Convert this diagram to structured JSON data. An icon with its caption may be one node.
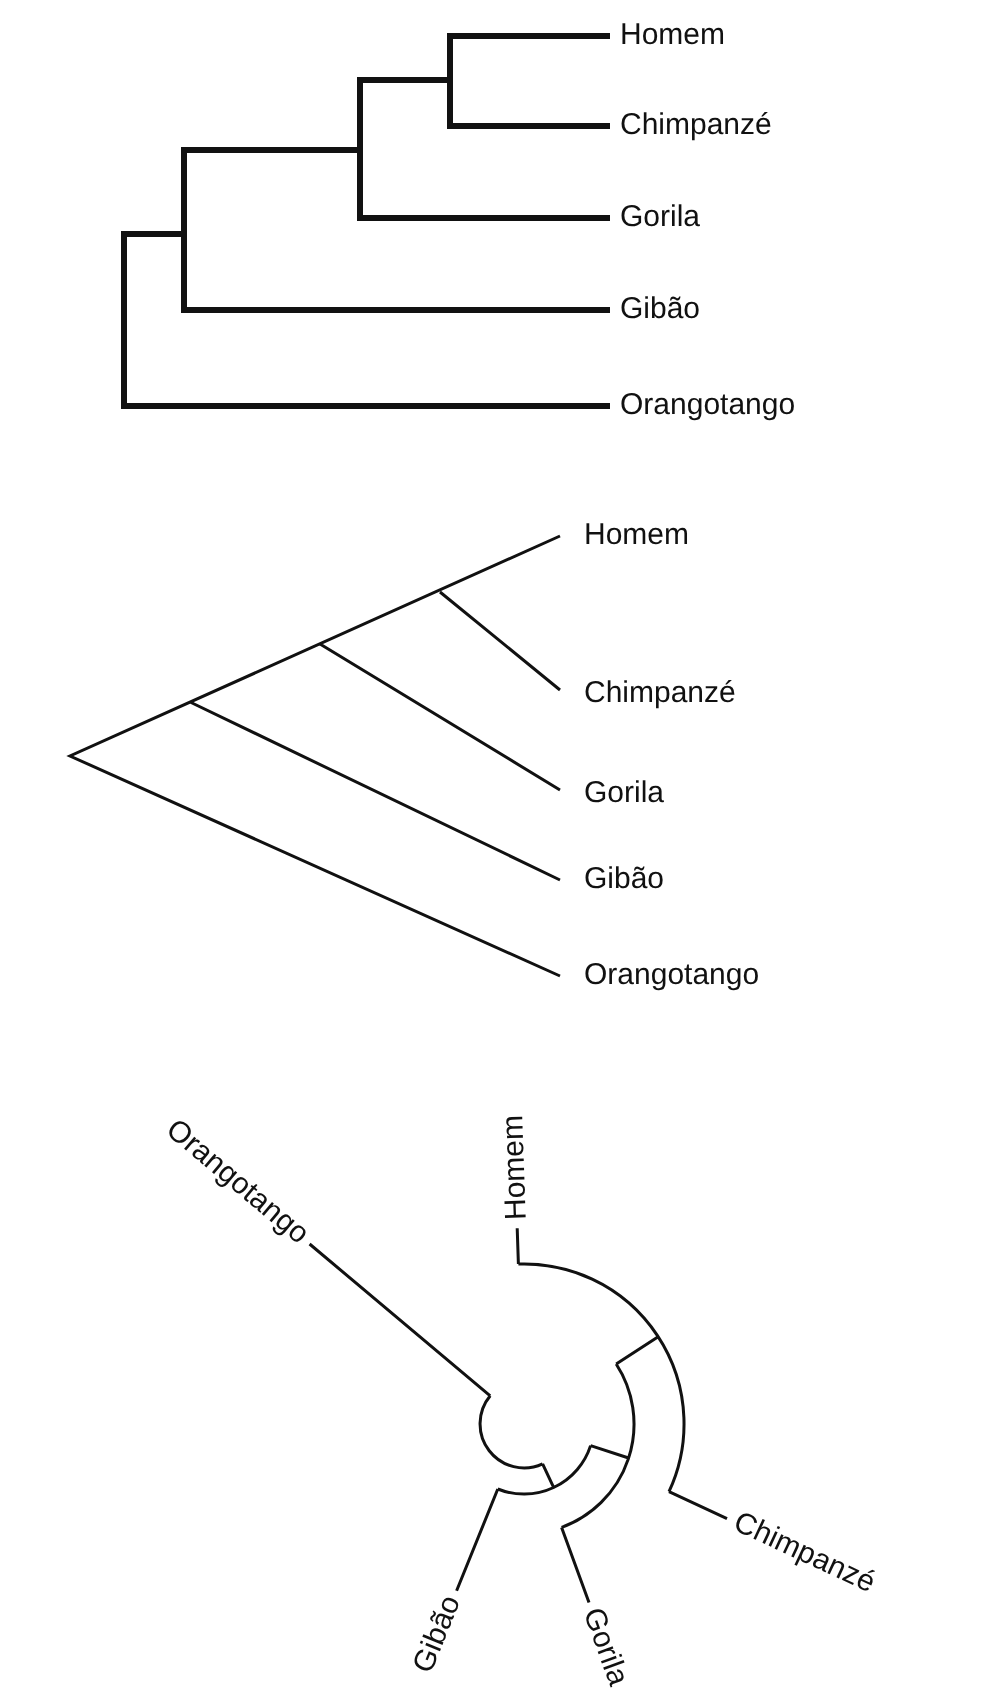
{
  "diagram": {
    "labels": [
      "Homem",
      "Chimpanzé",
      "Gorila",
      "Gibão",
      "Orangotango",
      "Homem",
      "Chimpanzé",
      "Gorila",
      "Gibão",
      "Orangotango",
      "Homem",
      "Orangotango",
      "Chimpanzé",
      "Gibão",
      "Gorila"
    ]
  }
}
